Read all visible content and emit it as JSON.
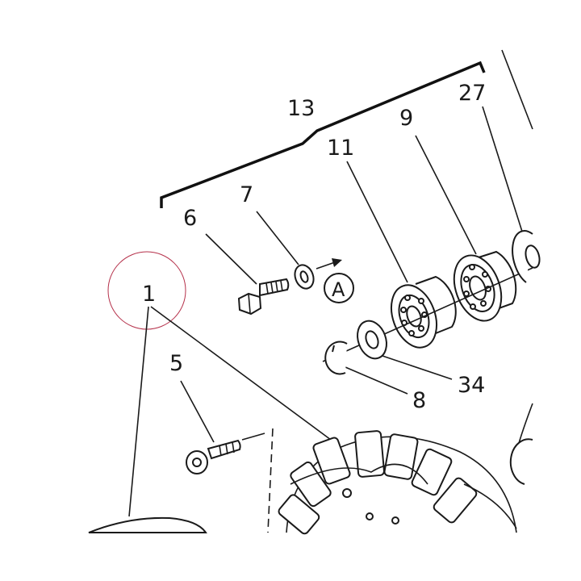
{
  "callouts": {
    "c1": "1",
    "c5": "5",
    "c6": "6",
    "c7": "7",
    "c8": "8",
    "c9": "9",
    "c11": "11",
    "c13": "13",
    "c27": "27",
    "c34": "34"
  },
  "view_marker": "A",
  "highlight_color": "#b5304a",
  "line_color": "#1a1a1a"
}
